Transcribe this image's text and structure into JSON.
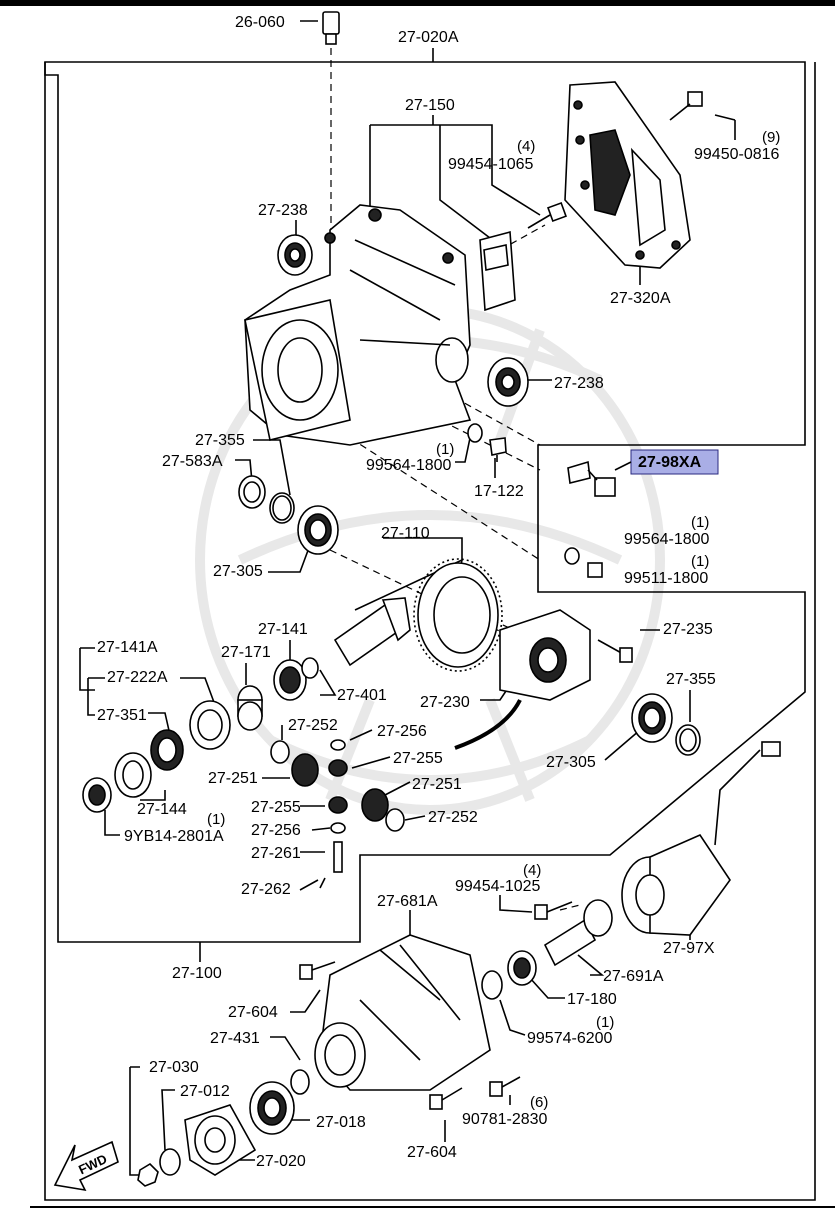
{
  "labels": {
    "p26060": "26-060",
    "p27020A": "27-020A",
    "p27150": "27-150",
    "q4_1065": "(4)",
    "p99454_1065": "99454-1065",
    "q9_0816": "(9)",
    "p99450_0816": "99450-0816",
    "p27238a": "27-238",
    "p27320A": "27-320A",
    "p27238b": "27-238",
    "p27355a": "27-355",
    "p27583A": "27-583A",
    "q1_1800a": "(1)",
    "p99564_1800a": "99564-1800",
    "p17122": "17-122",
    "p2798XA": "27-98XA",
    "q1_1800b": "(1)",
    "p99564_1800b": "99564-1800",
    "q1_1800c": "(1)",
    "p99511_1800": "99511-1800",
    "p27110": "27-110",
    "p27305a": "27-305",
    "p27141A": "27-141A",
    "p27141": "27-141",
    "p27171": "27-171",
    "p27222A": "27-222A",
    "p27401": "27-401",
    "p27235": "27-235",
    "p27355b": "27-355",
    "p27230": "27-230",
    "p27351": "27-351",
    "p27252a": "27-252",
    "p27256a": "27-256",
    "p27255a": "27-255",
    "p27305b": "27-305",
    "p27251a": "27-251",
    "p27251b": "27-251",
    "p27144": "27-144",
    "q1_9YB": "(1)",
    "p9YB14": "9YB14-2801A",
    "p27255b": "27-255",
    "p27252b": "27-252",
    "p27256b": "27-256",
    "p27261": "27-261",
    "p27262": "27-262",
    "q4_1025": "(4)",
    "p99454_1025": "99454-1025",
    "p27681A": "27-681A",
    "p2797X": "27-97X",
    "p27100": "27-100",
    "p27691A": "27-691A",
    "p27604a": "27-604",
    "p17180": "17-180",
    "q1_6200": "(1)",
    "p99574_6200": "99574-6200",
    "p27431": "27-431",
    "p27030": "27-030",
    "p27012": "27-012",
    "p27018": "27-018",
    "q6_2830": "(6)",
    "p90781_2830": "90781-2830",
    "p27020": "27-020",
    "p27604b": "27-604",
    "fwd": "FWD"
  },
  "colors": {
    "highlight_fill": "#a9aee6",
    "highlight_stroke": "#2a2a80",
    "line": "#000000",
    "background": "#ffffff"
  }
}
